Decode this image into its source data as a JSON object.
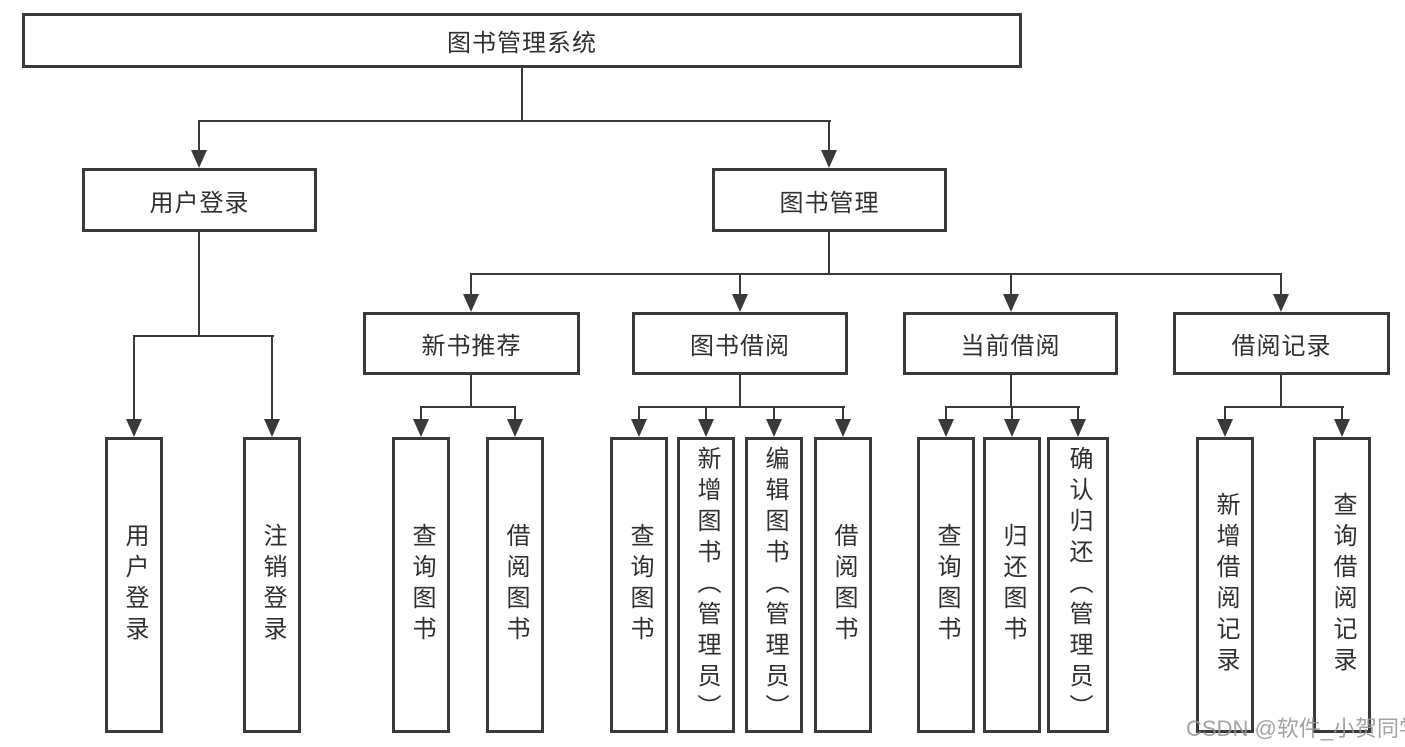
{
  "colors": {
    "line": "#3a3a3a",
    "box_border": "#3a3a3a",
    "box_background": "#ffffff",
    "text": "#303030",
    "watermark": "#969696"
  },
  "root": {
    "label": "图书管理系统"
  },
  "level2": {
    "user_login": {
      "label": "用户登录"
    },
    "book_mgmt": {
      "label": "图书管理"
    }
  },
  "level3": {
    "new_books": {
      "label": "新书推荐"
    },
    "borrowing": {
      "label": "图书借阅"
    },
    "current": {
      "label": "当前借阅"
    },
    "records": {
      "label": "借阅记录"
    }
  },
  "leaves": {
    "user_login": {
      "label": "用户登录"
    },
    "logout": {
      "label": "注销登录"
    },
    "nb_query": {
      "label": "查询图书"
    },
    "nb_borrow": {
      "label": "借阅图书"
    },
    "bb_query": {
      "label": "查询图书"
    },
    "bb_add": {
      "label": "新增图书（管理员）"
    },
    "bb_edit": {
      "label": "编辑图书（管理员）"
    },
    "bb_borrow": {
      "label": "借阅图书"
    },
    "cb_query": {
      "label": "查询图书"
    },
    "cb_return": {
      "label": "归还图书"
    },
    "cb_confirm": {
      "label": "确认归还（管理员）"
    },
    "br_add": {
      "label": "新增借阅记录"
    },
    "br_query": {
      "label": "查询借阅记录"
    }
  },
  "watermark": "CSDN @软件_小贺同学"
}
